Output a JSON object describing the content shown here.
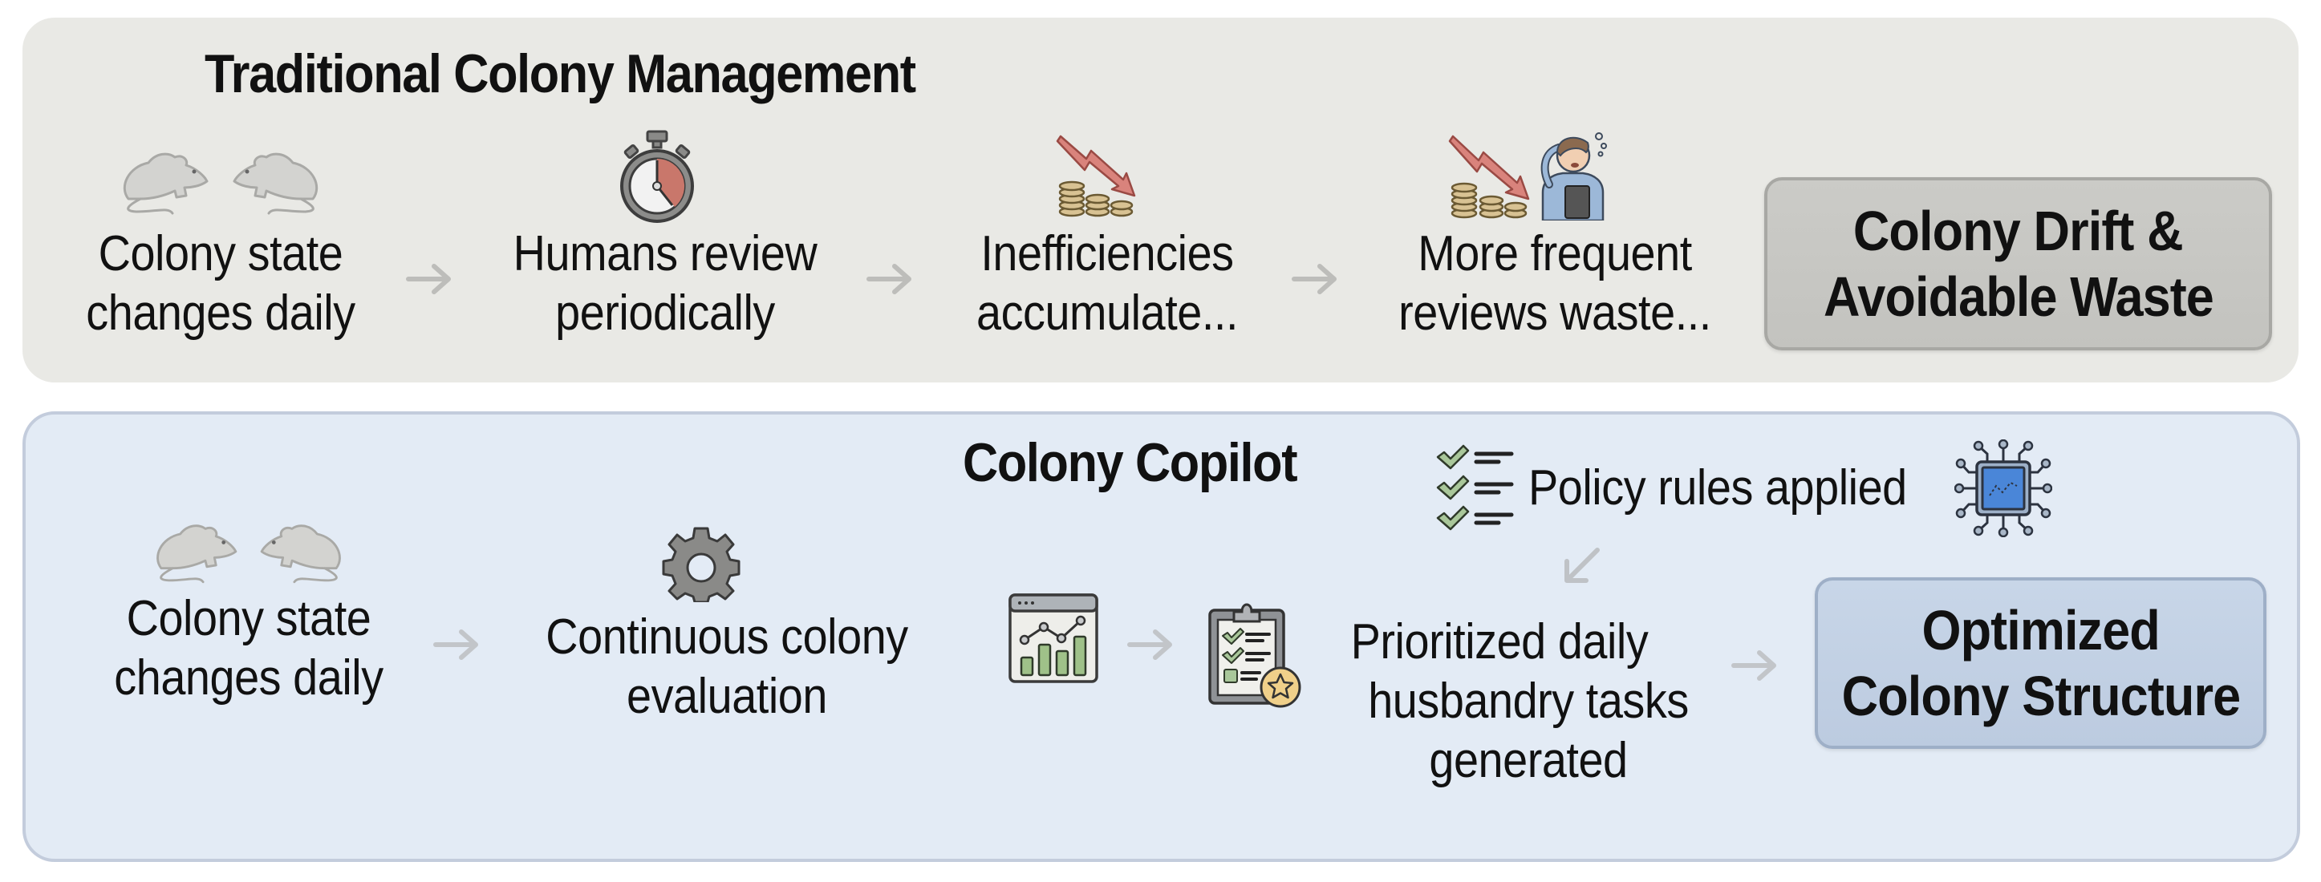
{
  "traditional": {
    "title": "Traditional Colony Management",
    "steps": [
      {
        "icon": "mice-icon",
        "lines": [
          "Colony state",
          "changes daily"
        ]
      },
      {
        "icon": "stopwatch-icon",
        "lines": [
          "Humans review",
          "periodically"
        ]
      },
      {
        "icon": "declining-coins-icon",
        "lines": [
          "Inefficiencies",
          "accumulate..."
        ]
      },
      {
        "icon": "stressed-person-coins-icon",
        "lines": [
          "More frequent",
          "reviews waste..."
        ]
      }
    ],
    "result": {
      "lines": [
        "Colony Drift &",
        "Avoidable Waste"
      ]
    },
    "colors": {
      "panel": "#e9e9e5",
      "result_box": "#c8c8c4"
    }
  },
  "copilot": {
    "title": "Colony Copilot",
    "policy": {
      "label": "Policy rules applied",
      "icons": [
        "checklist-icon",
        "chip-icon"
      ]
    },
    "steps": [
      {
        "icon": "mice-icon",
        "lines": [
          "Colony state",
          "changes daily"
        ]
      },
      {
        "icon": "gear-icon",
        "lines": [
          "Continuous colony",
          "evaluation"
        ]
      },
      {
        "icon": "dashboard-chart-icon",
        "lines": []
      },
      {
        "icon": "clipboard-star-icon",
        "lines": [
          "Prioritized daily",
          "husbandry tasks",
          "generated"
        ]
      }
    ],
    "result": {
      "lines": [
        "Optimized",
        "Colony Structure"
      ]
    },
    "colors": {
      "panel": "#e3ebf5",
      "result_box": "#c3d2e6"
    }
  },
  "arrow_glyph": "→"
}
